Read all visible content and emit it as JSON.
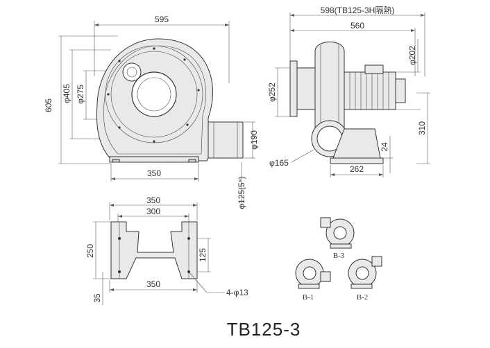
{
  "title": "TB125-3",
  "front_view": {
    "width": "595",
    "height": "605",
    "outer_dia": "φ405",
    "inner_dia": "φ275",
    "base_width": "350",
    "outlet_dia": "φ190",
    "outlet_angle": "φ125(5°)"
  },
  "side_view": {
    "overall": "598(TB125-3H隔熱)",
    "length": "560",
    "motor_dia": "φ202",
    "inlet_dia": "φ252",
    "center_height": "310",
    "base_height": "24",
    "inlet_flange": "φ165",
    "base_length": "262"
  },
  "base_view": {
    "top_width": "350",
    "hole_span": "300",
    "height": "250",
    "inner_height": "125",
    "bottom_width": "350",
    "foot": "35",
    "holes": "4-φ13"
  },
  "variants": [
    "B-3",
    "B-1",
    "B-2"
  ]
}
